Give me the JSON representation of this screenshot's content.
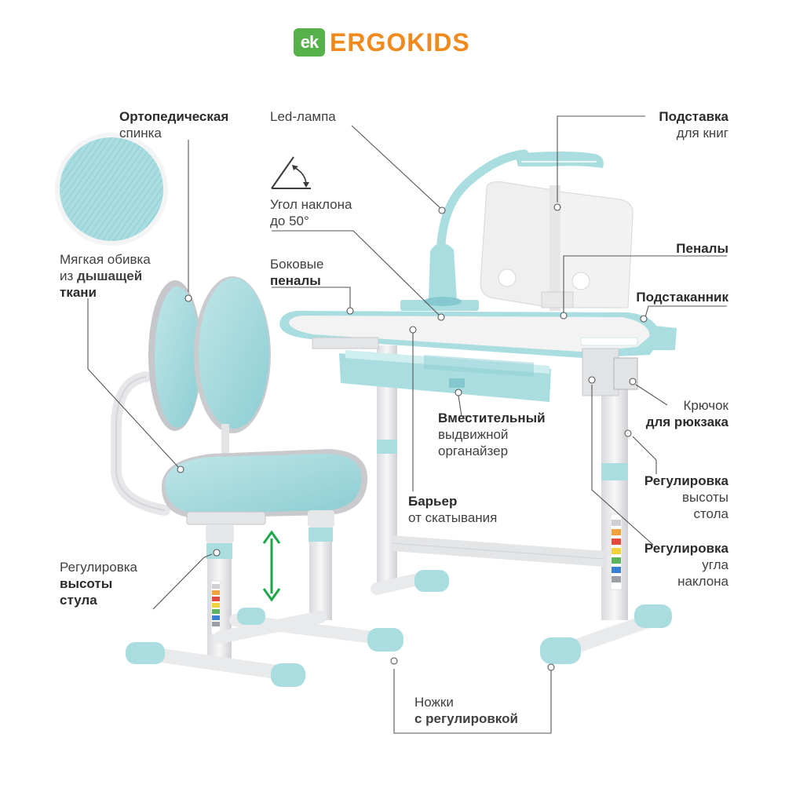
{
  "brand": {
    "badge": "ek",
    "name": "ERGOKIDS"
  },
  "colors": {
    "mint": "#a9dde0",
    "mint_dark": "#86c8cf",
    "frame": "#e9eaec",
    "accent_green": "#1da64a",
    "logo_orange": "#f08a1c",
    "logo_green": "#57b14b"
  },
  "labels": {
    "ortho": {
      "bold": "Ортопедическая",
      "normal": "спинка"
    },
    "soft": {
      "l1": "Мягкая обивка",
      "l2a": "из ",
      "l2b": "дышащей",
      "l3": "ткани"
    },
    "chair_height": {
      "l1": "Регулировка",
      "l2": "высоты",
      "l3": "стула"
    },
    "lamp": {
      "text": "Led-лампа"
    },
    "tilt": {
      "l1": "Угол наклона",
      "l2": "до 50°"
    },
    "side": {
      "l1": "Боковые",
      "l2": "пеналы"
    },
    "organizer": {
      "l1": "Вместительный",
      "l2": "выдвижной",
      "l3": "органайзер"
    },
    "barrier": {
      "l1": "Барьер",
      "l2": "от скатывания"
    },
    "legs": {
      "l1": "Ножки",
      "l2": "с регулировкой"
    },
    "book_stand": {
      "l1": "Подставка",
      "l2": "для книг"
    },
    "pencils": {
      "text": "Пеналы"
    },
    "cup": {
      "text": "Подстаканник"
    },
    "hook": {
      "l1": "Крючок",
      "l2": "для рюкзака"
    },
    "table_height": {
      "l1": "Регулировка",
      "l2": "высоты",
      "l3": "стола"
    },
    "tilt_adjust": {
      "l1": "Регулировка",
      "l2": "угла",
      "l3": "наклона"
    }
  }
}
